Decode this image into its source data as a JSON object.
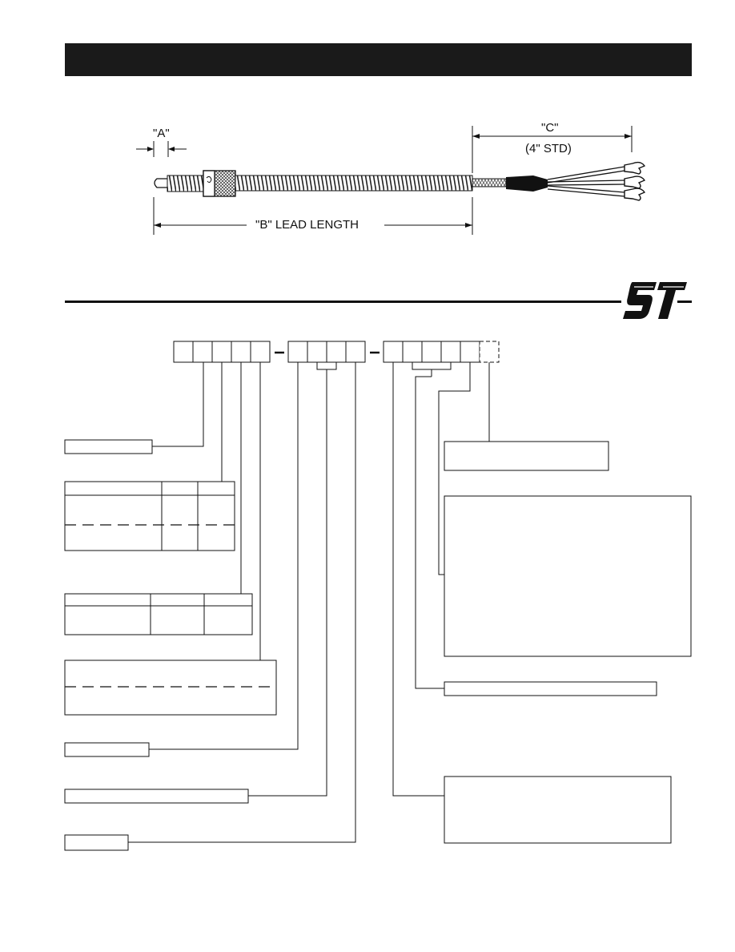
{
  "sensor_drawing": {
    "dim_a_label": "\"A\"",
    "dim_c_label": "\"C\"",
    "dim_c_note": "(4\" STD)",
    "dim_b_label": "\"B\" LEAD LENGTH"
  },
  "logo": {
    "text": "ST",
    "icon": "st-logo-icon"
  },
  "colors": {
    "header_bar": "#1a1a1a",
    "line": "#111111"
  }
}
